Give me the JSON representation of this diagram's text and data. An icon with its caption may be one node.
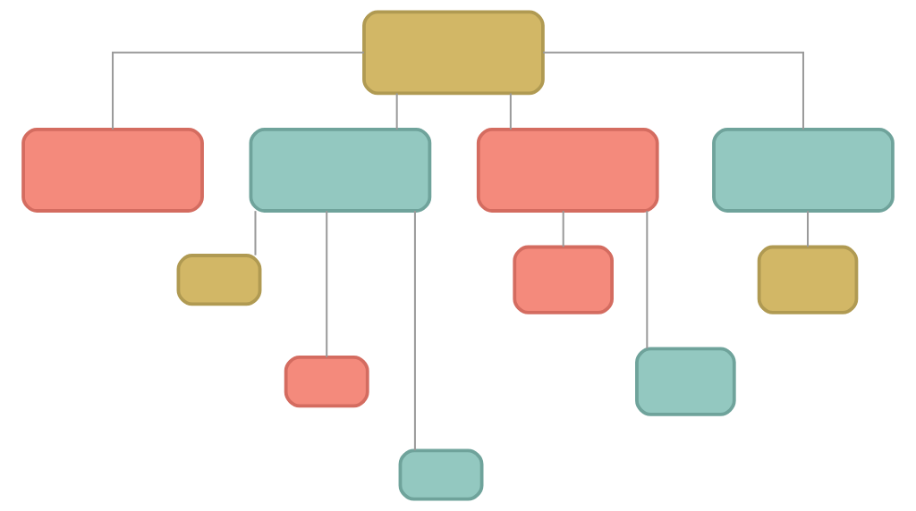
{
  "diagram": {
    "nodes": [
      {
        "text": [],
        "shape": "box"
      },
      {
        "text": [],
        "shape": "box"
      },
      {
        "text": [],
        "shape": "box"
      },
      {
        "text": [],
        "shape": "box"
      },
      {
        "text": [],
        "shape": "box"
      },
      {
        "text": [],
        "shape": "box"
      },
      {
        "text": [],
        "shape": "box"
      },
      {
        "text": [],
        "shape": "box"
      },
      {
        "text": [],
        "shape": "box"
      },
      {
        "text": [],
        "shape": "box"
      },
      {
        "text": [],
        "shape": "box"
      }
    ],
    "edges": [
      {
        "from": 0,
        "to": 1,
        "arrow": "none"
      },
      {
        "from": 0,
        "to": 2,
        "arrow": "none"
      },
      {
        "from": 0,
        "to": 3,
        "arrow": "none"
      },
      {
        "from": 0,
        "to": 4,
        "arrow": "none"
      },
      {
        "from": 2,
        "to": 5,
        "arrow": "none"
      },
      {
        "from": 2,
        "to": 6,
        "arrow": "none"
      },
      {
        "from": 2,
        "to": 7,
        "arrow": "none"
      },
      {
        "from": 3,
        "to": 8,
        "arrow": "none"
      },
      {
        "from": 3,
        "to": 9,
        "arrow": "none"
      },
      {
        "from": 4,
        "to": 10,
        "arrow": "none"
      }
    ]
  }
}
